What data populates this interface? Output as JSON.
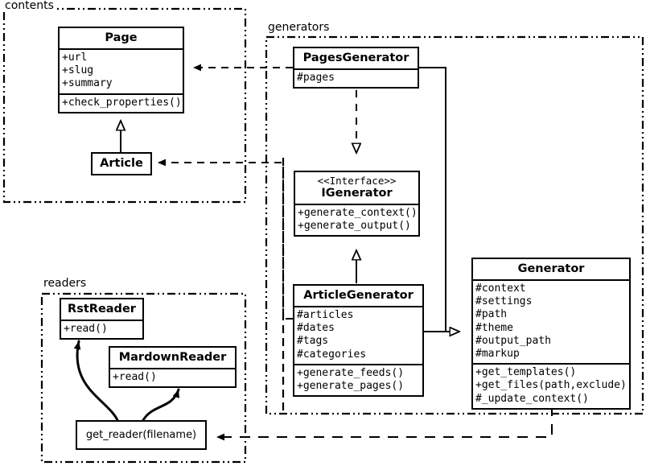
{
  "diagram": {
    "title": "UML class diagram",
    "type": "uml-class-diagram",
    "stroke_color": "#000000",
    "background_color": "#ffffff"
  },
  "packages": [
    {
      "id": "contents",
      "label": "contents"
    },
    {
      "id": "generators",
      "label": "generators"
    },
    {
      "id": "readers",
      "label": "readers"
    }
  ],
  "classes": {
    "page": {
      "name": "Page",
      "attributes": [
        "+url",
        "+slug",
        "+summary"
      ],
      "methods": [
        "+check_properties()"
      ]
    },
    "article": {
      "name": "Article",
      "attributes": [],
      "methods": []
    },
    "pages_generator": {
      "name": "PagesGenerator",
      "attributes": [
        "#pages"
      ],
      "methods": []
    },
    "igenerator": {
      "stereotype": "<<Interface>>",
      "name": "IGenerator",
      "attributes": [],
      "methods": [
        "+generate_context()",
        "+generate_output()"
      ]
    },
    "article_generator": {
      "name": "ArticleGenerator",
      "attributes": [
        "#articles",
        "#dates",
        "#tags",
        "#categories"
      ],
      "methods": [
        "+generate_feeds()",
        "+generate_pages()"
      ]
    },
    "generator": {
      "name": "Generator",
      "attributes": [
        "#context",
        "#settings",
        "#path",
        "#theme",
        "#output_path",
        "#markup"
      ],
      "methods": [
        "+get_templates()",
        "+get_files(path,exclude)",
        "#_update_context()"
      ]
    },
    "rst_reader": {
      "name": "RstReader",
      "attributes": [],
      "methods": [
        "+read()"
      ]
    },
    "mardown_reader": {
      "name": "MardownReader",
      "attributes": [],
      "methods": [
        "+read()"
      ]
    },
    "get_reader": {
      "name": "get_reader(filename)"
    }
  },
  "relationships": [
    {
      "from": "Article",
      "to": "Page",
      "type": "generalization"
    },
    {
      "from": "ArticleGenerator",
      "to": "IGenerator",
      "type": "generalization"
    },
    {
      "from": "PagesGenerator",
      "to": "IGenerator",
      "type": "realization"
    },
    {
      "from": "PagesGenerator",
      "to": "Generator",
      "type": "generalization"
    },
    {
      "from": "ArticleGenerator",
      "to": "Generator",
      "type": "generalization"
    },
    {
      "from": "PagesGenerator",
      "to": "Page",
      "type": "dependency"
    },
    {
      "from": "ArticleGenerator",
      "to": "Article",
      "type": "dependency"
    },
    {
      "from": "Generator",
      "to": "get_reader",
      "type": "dependency"
    },
    {
      "from": "get_reader",
      "to": "RstReader",
      "type": "uses"
    },
    {
      "from": "get_reader",
      "to": "MardownReader",
      "type": "uses"
    }
  ]
}
